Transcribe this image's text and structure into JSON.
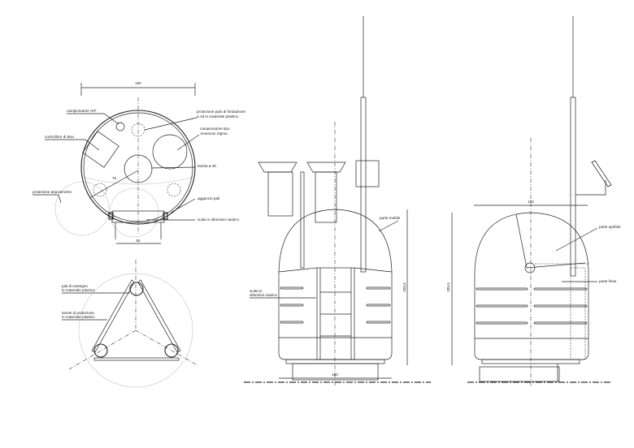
{
  "plan_view": {
    "width_dim": "150",
    "base_dim": "60",
    "radius_dim": "75",
    "labels": {
      "vip_sampler": "campionatore VIP",
      "foundation_protection_1": "protezione palo di fondazione",
      "foundation_protection_2": "ø 18 in materiale plastico",
      "buoy_controller": "controllore di Boa",
      "sigma_sampler_1": "campionatore tipo",
      "sigma_sampler_2": "American Sigma",
      "hatch": "botola ø 40",
      "deposimeter": "protezione deposimetro",
      "pole_hook": "aggancio pali",
      "ladder": "scala in alluminio nautico"
    }
  },
  "support_view": {
    "labels": {
      "poles_1": "pali di sostegno",
      "poles_2": "in materiale plastico",
      "boards_1": "tavole di protezione",
      "boards_2": "in materiale plastico"
    }
  },
  "front_view": {
    "height_dim": "205,5",
    "width_dim": "150",
    "labels": {
      "mobile_part": "parte mobile",
      "ladder_1": "scala  in",
      "ladder_2": "alluminio nautico"
    }
  },
  "side_view": {
    "height_dim": "205,5",
    "width_dim": "150",
    "labels": {
      "opening_part": "parte apribile",
      "fixed_part": "parte fissa"
    }
  }
}
